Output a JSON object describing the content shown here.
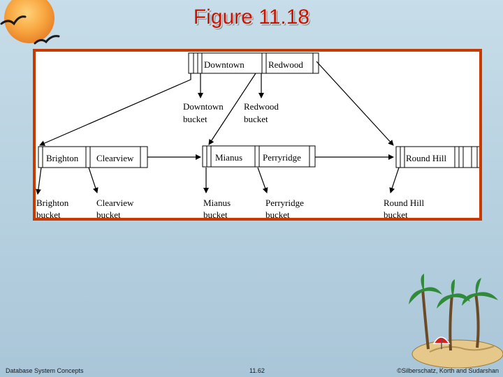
{
  "slide": {
    "title": "Figure 11.18",
    "footer_left": "Database System Concepts",
    "footer_center": "11.62",
    "footer_right": "©Silberschatz, Korth and Sudarshan"
  },
  "diagram": {
    "root_keys": [
      "Downtown",
      "Redwood"
    ],
    "level2_keys": {
      "left": [
        "Brighton",
        "Clearview"
      ],
      "middle": [
        "Mianus",
        "Perryridge"
      ],
      "right": [
        "Round Hill"
      ]
    },
    "buckets": {
      "downtown": [
        "Downtown",
        "bucket"
      ],
      "redwood": [
        "Redwood",
        "bucket"
      ],
      "brighton": [
        "Brighton",
        "bucket"
      ],
      "clearview": [
        "Clearview",
        "bucket"
      ],
      "mianus": [
        "Mianus",
        "bucket"
      ],
      "perryridge": [
        "Perryridge",
        "bucket"
      ],
      "round_hill": [
        "Round Hill",
        "bucket"
      ]
    }
  },
  "colors": {
    "title": "#cc1100",
    "frame_border": "#c93a00"
  },
  "icons": [
    "sun-seagull-logo-icon",
    "palm-island-icon"
  ]
}
